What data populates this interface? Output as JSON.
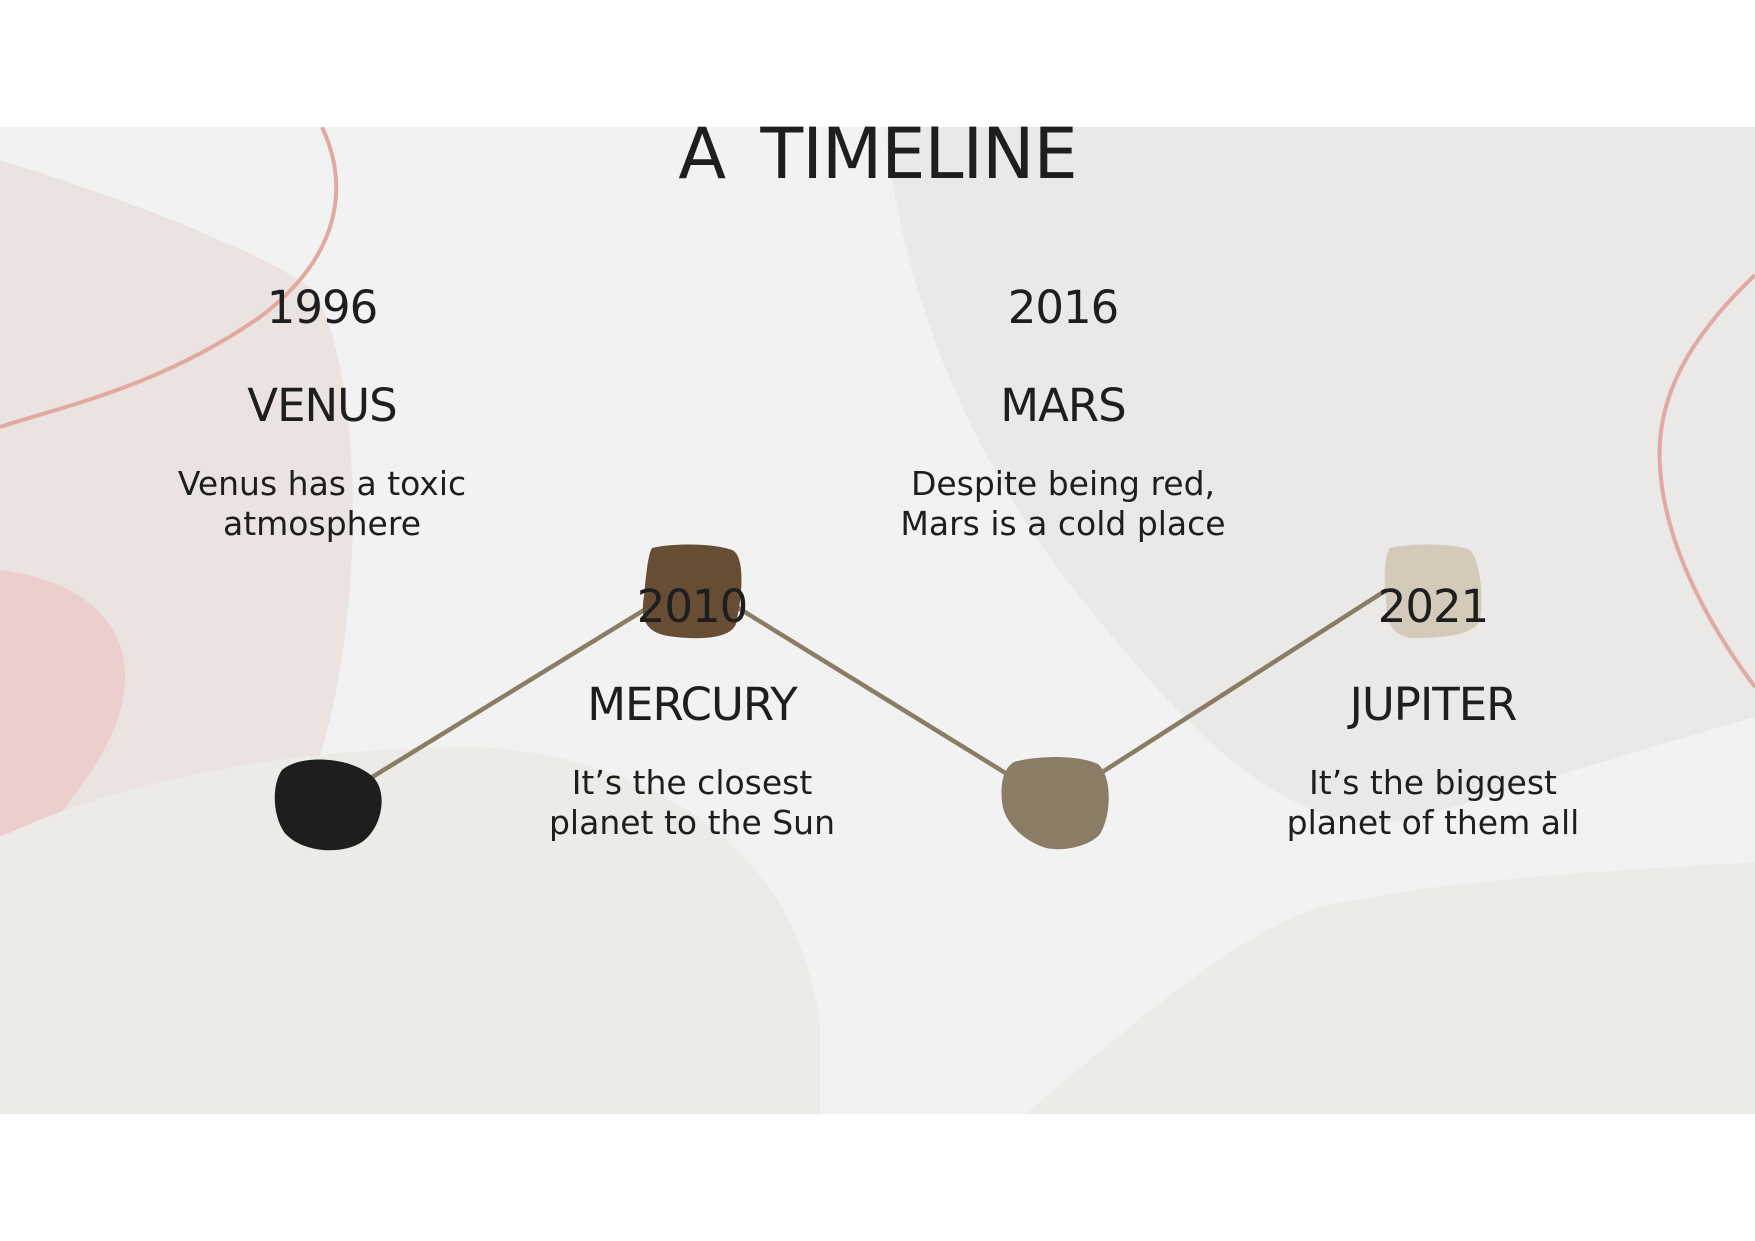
{
  "title": "A  TIMELINE",
  "events": [
    {
      "year": "1996",
      "name": "VENUS",
      "description": "Venus has a toxic\natmosphere"
    },
    {
      "year": "2010",
      "name": "MERCURY",
      "description": "It’s the closest\nplanet to the Sun"
    },
    {
      "year": "2016",
      "name": "MARS",
      "description": "Despite being red,\nMars is a cold place"
    },
    {
      "year": "2021",
      "name": "JUPITER",
      "description": "It’s the biggest\nplanet of them all"
    }
  ],
  "colors": {
    "background": "#f2f2f2",
    "line": "#8a7d66",
    "venus_marker": "#1e1e1e",
    "mercury_marker": "#684d35",
    "mars_marker": "#8a7d66",
    "jupiter_marker": "#d4cab9",
    "accent_curve": "#e0aaa2"
  }
}
